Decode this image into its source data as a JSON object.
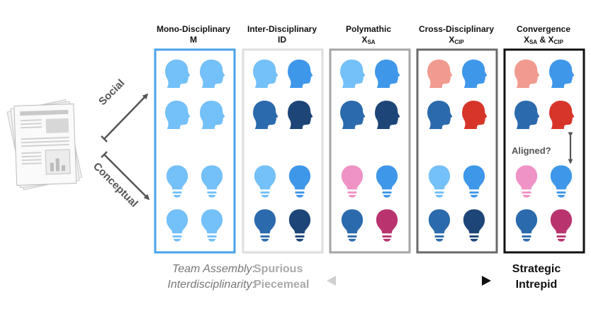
{
  "columns": [
    {
      "title_line1": "Mono-Disciplinary",
      "title_line2": "M",
      "sub": "",
      "border_color": "#4aa3ea",
      "border_width": 3,
      "heads": [
        "#74c0f8",
        "#74c0f8",
        "#74c0f8",
        "#74c0f8"
      ],
      "bulbs": [
        "#74c0f8",
        "#74c0f8",
        "#74c0f8",
        "#74c0f8"
      ]
    },
    {
      "title_line1": "Inter-Disciplinary",
      "title_line2": "ID",
      "sub": "",
      "border_color": "#dedede",
      "border_width": 3,
      "heads": [
        "#74c0f8",
        "#3f97ea",
        "#2b6aac",
        "#1d4578"
      ],
      "bulbs": [
        "#74c0f8",
        "#3f97ea",
        "#2b6aac",
        "#1d4578"
      ]
    },
    {
      "title_line1": "Polymathic",
      "title_line2": "X",
      "sub": "SA",
      "border_color": "#a5a5a5",
      "border_width": 3,
      "heads": [
        "#74c0f8",
        "#3f97ea",
        "#2b6aac",
        "#1d4578"
      ],
      "bulbs": [
        "#ef93c6",
        "#3f97ea",
        "#2b6aac",
        "#b9346f"
      ]
    },
    {
      "title_line1": "Cross-Disciplinary",
      "title_line2": "X",
      "sub": "CIP",
      "border_color": "#6a6a6a",
      "border_width": 3,
      "heads": [
        "#f09a90",
        "#3f97ea",
        "#2b6aac",
        "#d8352a"
      ],
      "bulbs": [
        "#74c0f8",
        "#3f97ea",
        "#2b6aac",
        "#1d4578"
      ]
    },
    {
      "title_line1": "Convergence",
      "title_line2": "X",
      "sub": "SA",
      "title_amp": " & X",
      "sub2": "CIP",
      "border_color": "#111111",
      "border_width": 3,
      "heads": [
        "#f09a90",
        "#3f97ea",
        "#2b6aac",
        "#d8352a"
      ],
      "bulbs": [
        "#ef93c6",
        "#3f97ea",
        "#2b6aac",
        "#b9346f"
      ]
    }
  ],
  "axes": {
    "social": "Social",
    "conceptual": "Conceptual",
    "aligned": "Aligned?"
  },
  "legend": {
    "left_line1": "Team Assembly",
    "left_line2": "Interdisciplinarity",
    "colon": ":",
    "mid_line1": "Spurious",
    "mid_line2": "Piecemeal",
    "right_line1": "Strategic",
    "right_line2": "Intrepid"
  },
  "icons": {
    "document": "newspaper-stack-icon",
    "head": "head-profile-icon",
    "bulb": "lightbulb-icon"
  }
}
